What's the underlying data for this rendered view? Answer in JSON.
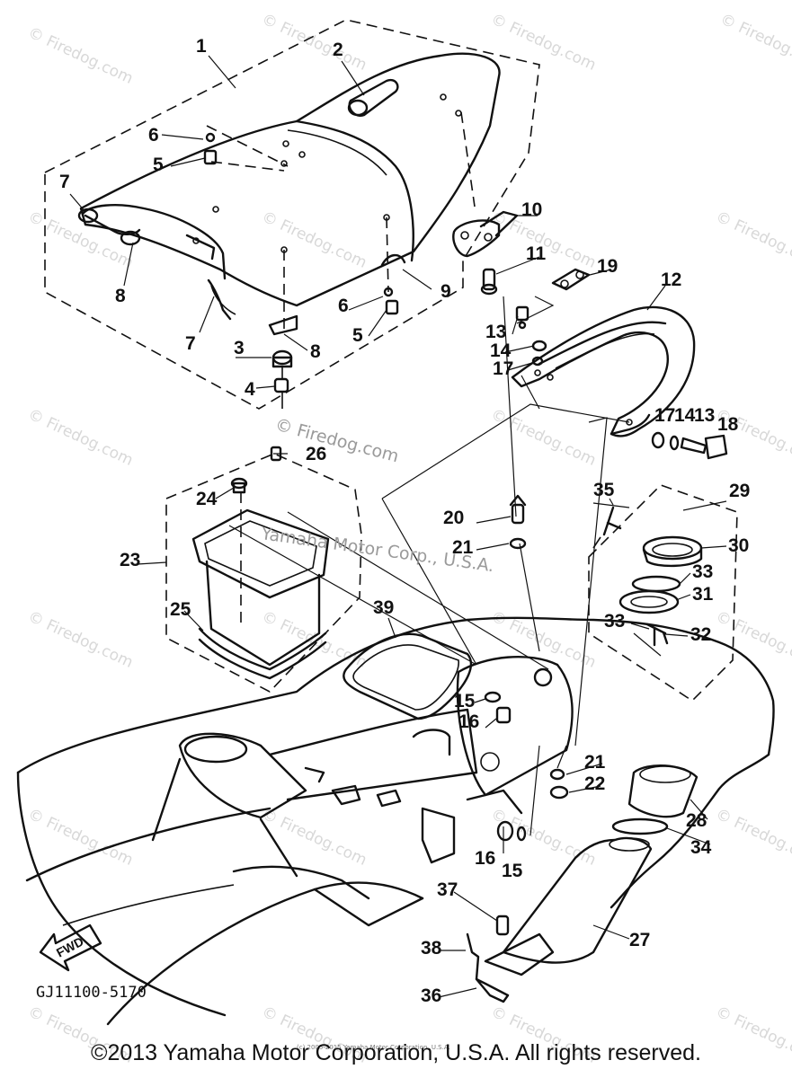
{
  "diagram": {
    "callouts": [
      "1",
      "2",
      "3",
      "4",
      "5",
      "5",
      "6",
      "6",
      "7",
      "7",
      "8",
      "8",
      "9",
      "10",
      "11",
      "12",
      "13",
      "13",
      "14",
      "14",
      "15",
      "15",
      "16",
      "16",
      "17",
      "17",
      "18",
      "19",
      "20",
      "21",
      "21",
      "22",
      "23",
      "24",
      "25",
      "26",
      "27",
      "28",
      "29",
      "30",
      "31",
      "32",
      "33",
      "33",
      "34",
      "35",
      "36",
      "37",
      "38",
      "39"
    ],
    "drawing_code": "GJ11100-5170",
    "fwd_label": "FWD",
    "faint_overlay_1": "© Firedog.com",
    "faint_overlay_2": "Yamaha Motor Corp., U.S.A.",
    "watermark": "© Firedog.com",
    "tiny_notice": "(c) 2005-2015 Yamaha Motor Corporation, U.S.A."
  },
  "footer": {
    "copyright": "©2013 Yamaha Motor Corporation, U.S.A. All rights reserved."
  }
}
